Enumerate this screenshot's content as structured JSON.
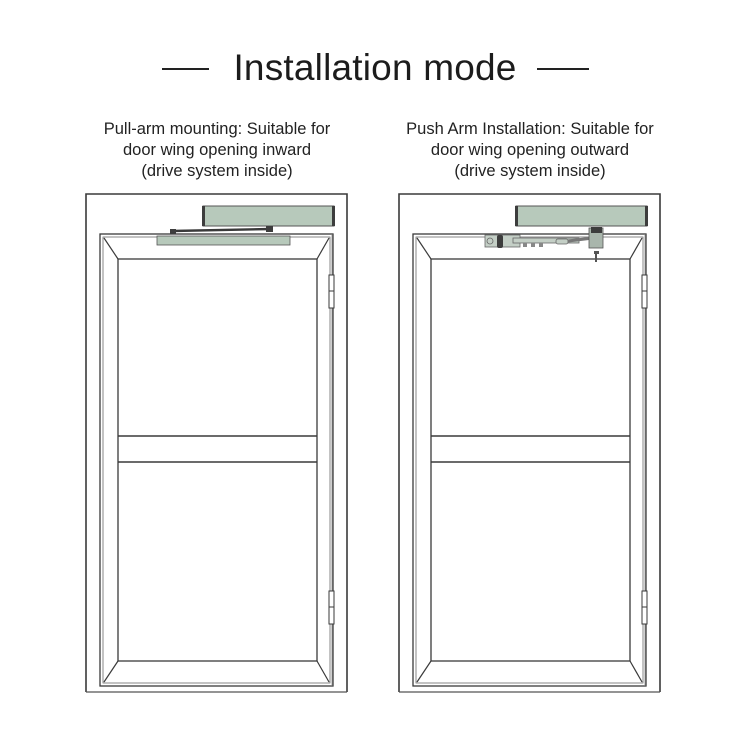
{
  "header": {
    "title": "Installation mode"
  },
  "panels": [
    {
      "id": "pull-arm",
      "caption_lines": [
        "Pull-arm mounting: Suitable for",
        "door wing opening inward",
        "(drive system inside)"
      ],
      "arm_type": "pull-arm-slide-rail"
    },
    {
      "id": "push-arm",
      "caption_lines": [
        "Push Arm Installation: Suitable for",
        "door wing opening outward",
        "(drive system inside)"
      ],
      "arm_type": "push-arm-linkage"
    }
  ],
  "colors": {
    "background": "#ffffff",
    "line": "#3a3a3a",
    "closer_body": "#b7c9bb",
    "closer_end": "#3d3d3d",
    "arm_metal": "#c4cfc6"
  }
}
